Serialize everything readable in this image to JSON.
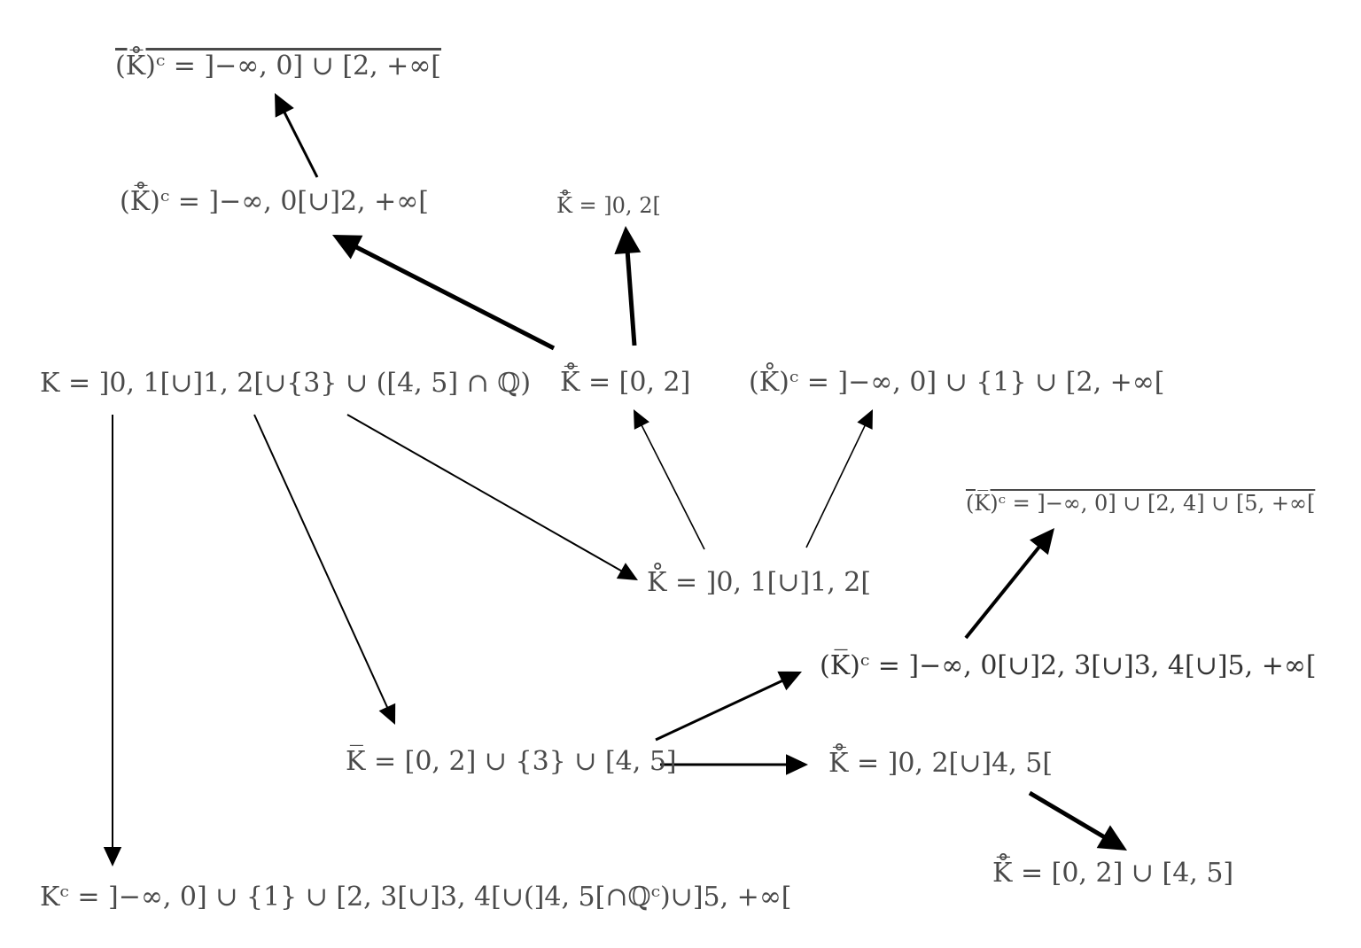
{
  "nodes": {
    "closure_of_complement_of_closure_of_interior": "(K̊̅)ᶜ = ]−∞, 0] ∪ [2, +∞[",
    "complement_of_closure_of_interior": "(K̊̅)ᶜ = ]−∞, 0[∪]2, +∞[",
    "interior_of_closure_of_interior": "K̊̅̊ = ]0, 2[",
    "K": "K = ]0, 1[∪]1, 2[∪{3} ∪ ([4, 5] ∩ ℚ)",
    "closure_of_interior": "K̊̅ = [0, 2]",
    "complement_of_interior": "(K̊)ᶜ = ]−∞, 0] ∪ {1} ∪ [2, +∞[",
    "closure_of_complement_of_closure": "(K̅)ᶜ = ]−∞, 0] ∪ [2, 4] ∪ [5, +∞[",
    "interior": "K̊ = ]0, 1[∪]1, 2[",
    "complement_of_closure": "(K̅)ᶜ = ]−∞, 0[∪]2, 3[∪]3, 4[∪]5, +∞[",
    "closure": "K̅ = [0, 2] ∪ {3} ∪ [4, 5]",
    "interior_of_closure": "K̅̊ = ]0, 2[∪]4, 5[",
    "closure_of_interior_of_closure": "K̅̊̅ = [0, 2] ∪ [4, 5]",
    "complement": "Kᶜ = ]−∞, 0] ∪ {1} ∪ [2, 3[∪]3, 4[∪(]4, 5[∩ℚᶜ)∪]5, +∞["
  },
  "arrow_color": "#000000"
}
